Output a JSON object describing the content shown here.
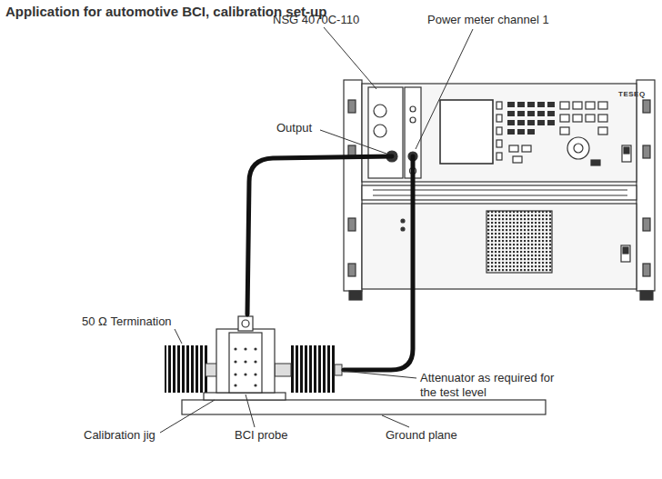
{
  "diagram": {
    "title": "Application for automotive BCI, calibration set-up",
    "labels": [
      "NSG 4070C-110",
      "Power meter channel 1",
      "Output",
      "TESEQ",
      "50 Ω Termination",
      "Attenuator as required for the test level",
      "Calibration jig",
      "BCI probe",
      "Ground plane"
    ]
  }
}
